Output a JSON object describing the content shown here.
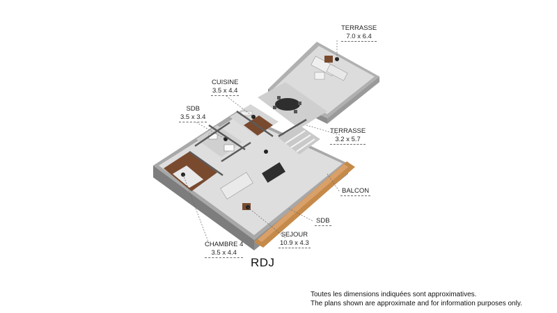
{
  "rooms": {
    "terrasse_large": {
      "name": "TERRASSE",
      "dims": "7.0 x 6.4"
    },
    "cuisine": {
      "name": "CUISINE",
      "dims": "3.5 x 4.4"
    },
    "sdb_top": {
      "name": "SDB",
      "dims": "3.5 x 3.4"
    },
    "terrasse_small": {
      "name": "TERRASSE",
      "dims": "3.2 x 5.7"
    },
    "balcon": {
      "name": "BALCON"
    },
    "sdb_bottom": {
      "name": "SDB"
    },
    "sejour": {
      "name": "SEJOUR",
      "dims": "10.9 x 4.3"
    },
    "chambre4": {
      "name": "CHAMBRE 4",
      "dims": "3.5 x 4.4"
    }
  },
  "level": "RDJ",
  "disclaimer": {
    "fr": "Toutes les dimensions indiquées sont approximatives.",
    "en": "The plans shown are approximate and for information purposes only."
  },
  "colors": {
    "floor": "#d9d9d9",
    "wall": "#6b6b6b",
    "wood": "#7a4a2e",
    "deck": "#c58a4a"
  }
}
